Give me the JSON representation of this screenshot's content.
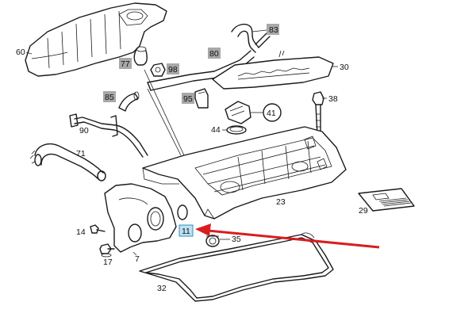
{
  "callouts": {
    "c60": "60",
    "c83": "83",
    "c80": "80",
    "c77": "77",
    "c98": "98",
    "c30": "30",
    "c85": "85",
    "c95": "95",
    "c38": "38",
    "c41": "41",
    "c44": "44",
    "c90": "90",
    "c71": "71",
    "c23": "23",
    "c29": "29",
    "c14": "14",
    "c11": "11",
    "c35": "35",
    "c17": "17",
    "c7": "7",
    "c32": "32"
  },
  "colors": {
    "highlight_arrow": "#d81e1e",
    "highlight_box": "#bde3f2",
    "grey_callout": "#a8a8a8"
  }
}
